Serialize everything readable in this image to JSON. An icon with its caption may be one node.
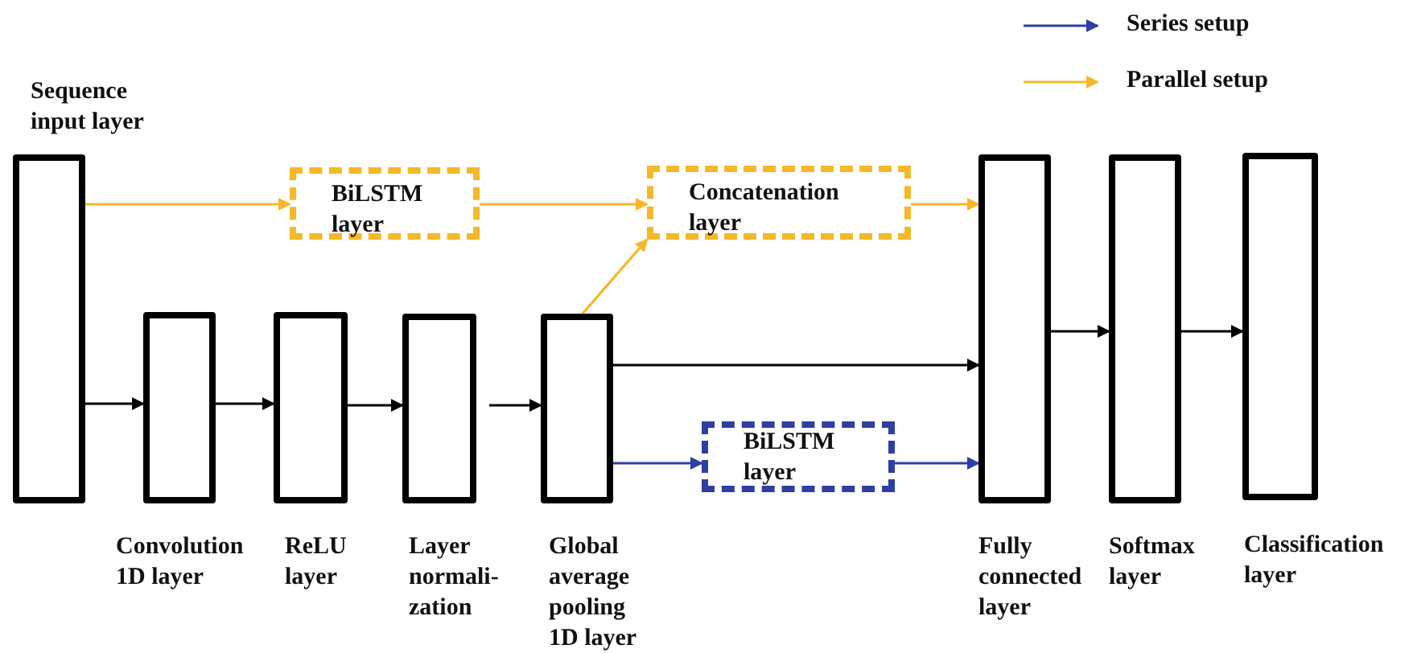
{
  "diagram": {
    "nodes": [
      {
        "text": [
          "Sequence input layer"
        ]
      },
      {
        "text": [
          "Convolution 1D layer"
        ]
      },
      {
        "text": [
          "ReLU layer"
        ]
      },
      {
        "text": [
          "Layer normali- zation"
        ]
      },
      {
        "text": [
          "Global average pooling 1D layer"
        ]
      },
      {
        "text": [
          "BiLSTM layer"
        ]
      },
      {
        "text": [
          "Concatenation layer"
        ]
      },
      {
        "text": [
          "BiLSTM layer"
        ]
      },
      {
        "text": [
          "Fully connected layer"
        ]
      },
      {
        "text": [
          "Softmax layer"
        ]
      },
      {
        "text": [
          "Classification layer"
        ]
      }
    ],
    "edges": [
      {
        "from": 0,
        "to": 1,
        "arrow": "to"
      },
      {
        "from": 1,
        "to": 2,
        "arrow": "to"
      },
      {
        "from": 2,
        "to": 3,
        "arrow": "to"
      },
      {
        "from": 3,
        "to": 4,
        "arrow": "to"
      },
      {
        "from": 0,
        "to": 5,
        "arrow": "to",
        "color": "#f5b829"
      },
      {
        "from": 5,
        "to": 6,
        "arrow": "to",
        "color": "#f5b829"
      },
      {
        "from": 4,
        "to": 6,
        "arrow": "to",
        "color": "#f5b829"
      },
      {
        "from": 6,
        "to": 8,
        "arrow": "to",
        "color": "#f5b829"
      },
      {
        "from": 4,
        "to": 8,
        "arrow": "to"
      },
      {
        "from": 4,
        "to": 7,
        "arrow": "to",
        "color": "#2e3fa3"
      },
      {
        "from": 7,
        "to": 8,
        "arrow": "to",
        "color": "#2e3fa3"
      },
      {
        "from": 8,
        "to": 9,
        "arrow": "to"
      },
      {
        "from": 9,
        "to": 10,
        "arrow": "to"
      }
    ],
    "legend": [
      {
        "text": "Series setup"
      },
      {
        "text": "Parallel setup"
      }
    ]
  }
}
